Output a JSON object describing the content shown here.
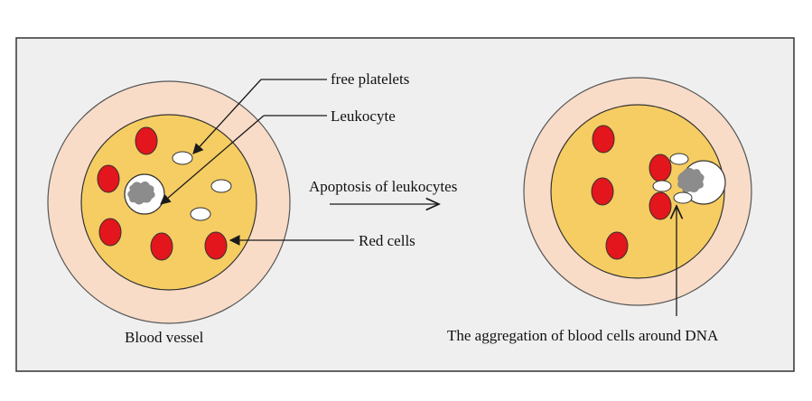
{
  "colors": {
    "panel_bg": "#efefef",
    "panel_border": "#333333",
    "vessel_wall": "#f8dcc8",
    "plasma": "#f6cd62",
    "red_cell": "#e2161c",
    "white_cell": "#ffffff",
    "dna": "#8c8c8c",
    "line": "#1a1a1a"
  },
  "labels": {
    "free_platelets": "free platelets",
    "leukocyte": "Leukocyte",
    "apoptosis": "Apoptosis of leukocytes",
    "red_cells": "Red cells",
    "blood_vessel": "Blood vessel",
    "aggregation": "The aggregation of blood cells around DNA"
  },
  "icons": {
    "left_vessel": "blood-vessel-cross-section",
    "right_vessel": "blood-vessel-cross-section-with-aggregate",
    "arrow": "right-arrow"
  }
}
